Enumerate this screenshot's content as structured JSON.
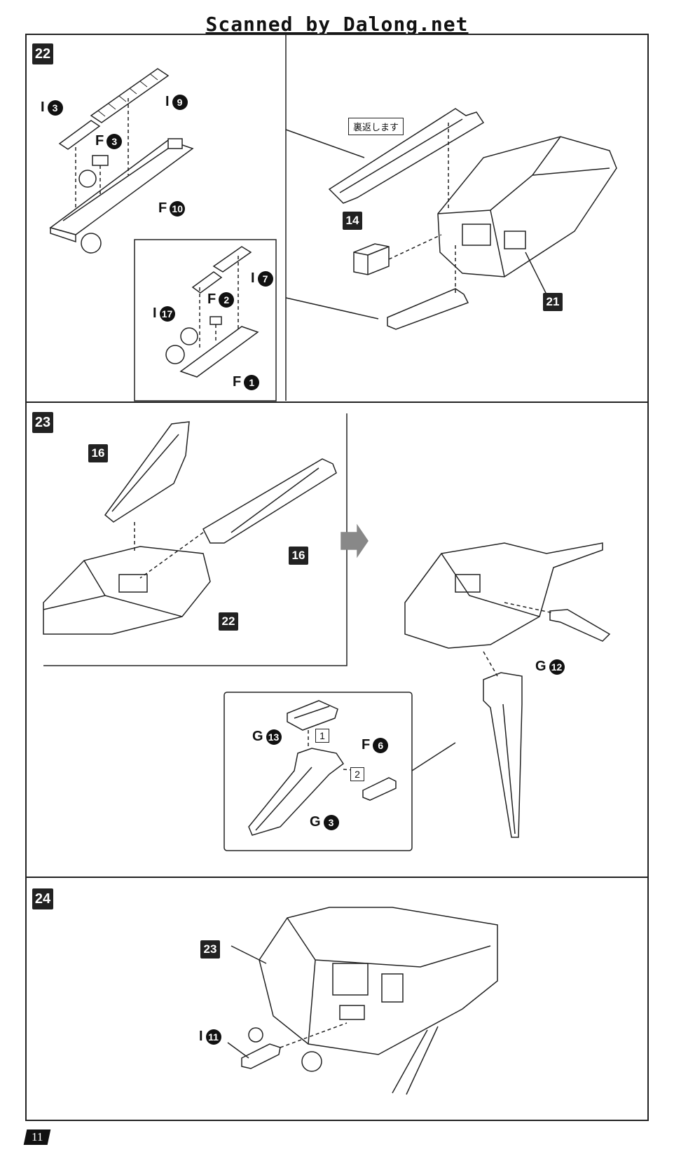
{
  "header": {
    "watermark": "Scanned by Dalong.net"
  },
  "page": {
    "number": "11"
  },
  "steps": [
    {
      "number": "22",
      "callout": "裏返します",
      "parts": {
        "i3": "I",
        "i9": "I",
        "f3": "F",
        "f10": "F",
        "i7": "I",
        "i17": "I",
        "f2": "F",
        "f1": "F"
      },
      "nums": {
        "i3": "3",
        "i9": "9",
        "f3": "3",
        "f10": "10",
        "i7": "7",
        "i17": "17",
        "f2": "2",
        "f1": "1"
      },
      "tags": {
        "a": "14",
        "b": "21"
      }
    },
    {
      "number": "23",
      "tags": {
        "a": "16",
        "b": "16",
        "c": "22"
      },
      "parts": {
        "g12": "G",
        "g13": "G",
        "f6": "F",
        "g3": "G"
      },
      "nums": {
        "g12": "12",
        "g13": "13",
        "f6": "6",
        "g3": "3"
      },
      "order": [
        "1",
        "2"
      ]
    },
    {
      "number": "24",
      "tags": {
        "a": "23"
      },
      "parts": {
        "i11": "I"
      },
      "nums": {
        "i11": "11"
      }
    }
  ]
}
